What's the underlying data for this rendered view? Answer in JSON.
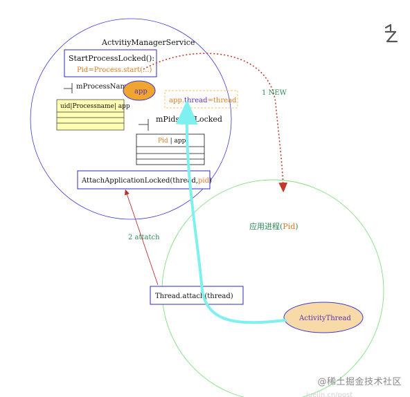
{
  "colors": {
    "ams_circle": "#3b3bd1",
    "process_circle": "#7ee07e",
    "box_border": "#2a2abf",
    "yellow_fill": "#ffffb3",
    "orange_ellipse": "#f0a530",
    "peach_ellipse": "#f8d9a8",
    "cyan_arrow": "#7ff0f0",
    "red_arrow": "#b83030",
    "new_arrow": "#c0392b",
    "label_green": "#2e8b57"
  },
  "ams": {
    "title": "ActvitiyManagerService",
    "start_box": {
      "line1": "StartProcessLocked():",
      "line2": "Pid=Process.start(...)"
    },
    "process_names_label": "mProcessNames",
    "app_ellipse_label": "app",
    "process_table_header": "uid|Processname| app",
    "app_thread_box": {
      "part1": "app.",
      "part2": "thread",
      "part3": "=thread"
    },
    "pids_label": "mPidsSelfLocked",
    "pids_table_header": {
      "pid": "Pid",
      "sep": " | ",
      "app": "app"
    },
    "attach_app_box": {
      "prefix": "AttachApplicationLocked(thread,",
      "pid": "pid",
      "suffix": ")"
    }
  },
  "process": {
    "title_prefix": "应用进程(",
    "title_pid": "Pid",
    "title_suffix": ")",
    "activity_thread_label": "ActivityThread",
    "thread_attach_box": "Thread.attach(thread)"
  },
  "arrows": {
    "new_label": "1 NEW",
    "attach_label": "2 attatch"
  },
  "watermark": "@稀土掘金技术社区",
  "watermark_sub": "juejin.cn/post",
  "icons": {
    "corner": "z-logo-icon"
  }
}
